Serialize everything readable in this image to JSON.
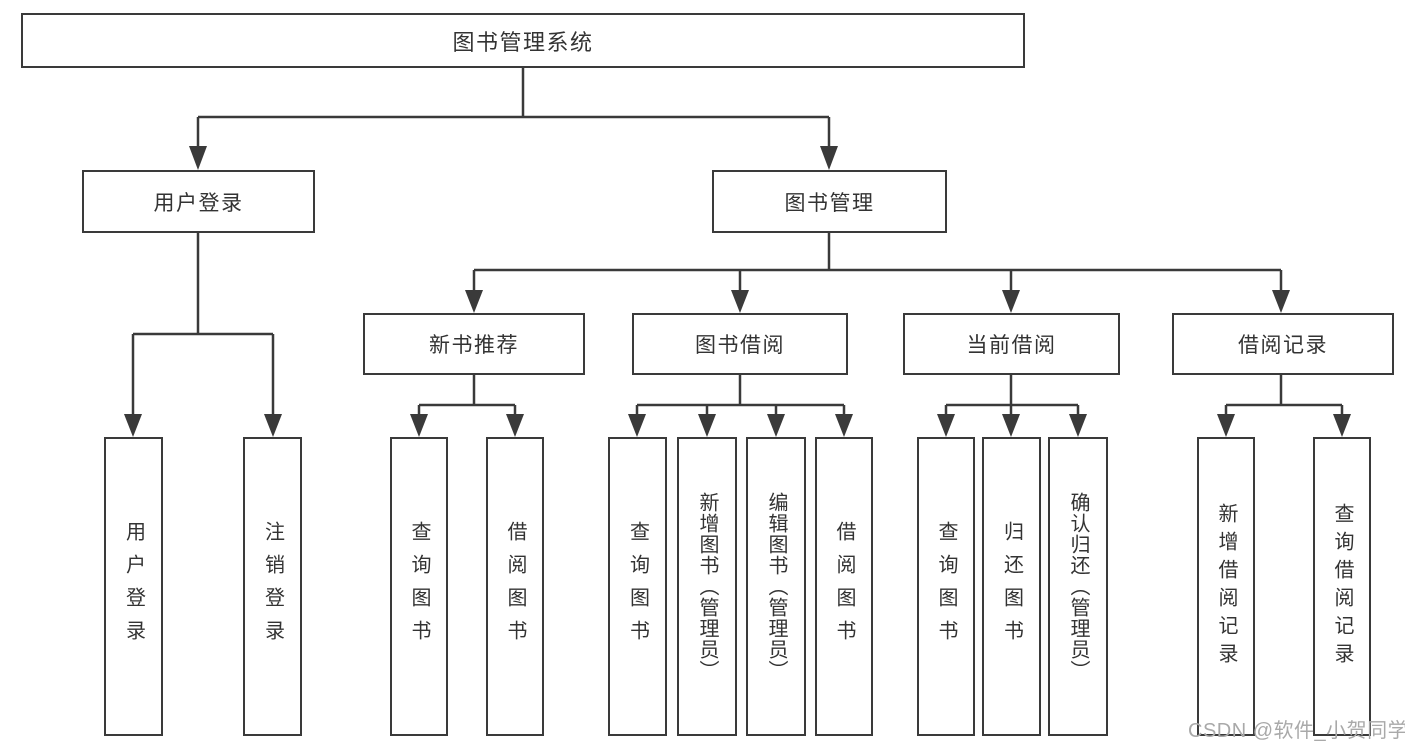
{
  "diagram": {
    "root": {
      "label": "图书管理系统"
    },
    "branches": [
      {
        "label": "用户登录",
        "children": [
          {
            "label": "用户登录"
          },
          {
            "label": "注销登录"
          }
        ]
      },
      {
        "label": "图书管理",
        "children": [
          {
            "label": "新书推荐",
            "children": [
              {
                "label": "查询图书"
              },
              {
                "label": "借阅图书"
              }
            ]
          },
          {
            "label": "图书借阅",
            "children": [
              {
                "label": "查询图书"
              },
              {
                "label": "新增图书（管理员）"
              },
              {
                "label": "编辑图书（管理员）"
              },
              {
                "label": "借阅图书"
              }
            ]
          },
          {
            "label": "当前借阅",
            "children": [
              {
                "label": "查询图书"
              },
              {
                "label": "归还图书"
              },
              {
                "label": "确认归还（管理员）"
              }
            ]
          },
          {
            "label": "借阅记录",
            "children": [
              {
                "label": "新增借阅记录"
              },
              {
                "label": "查询借阅记录"
              }
            ]
          }
        ]
      }
    ]
  },
  "watermark": {
    "text": "CSDN @软件_小贺同学"
  },
  "colors": {
    "line": "#3a3a3a",
    "box_border": "#3a3a3a",
    "box_bg": "#ffffff",
    "text": "#333333",
    "watermark": "#a9a9a9"
  }
}
